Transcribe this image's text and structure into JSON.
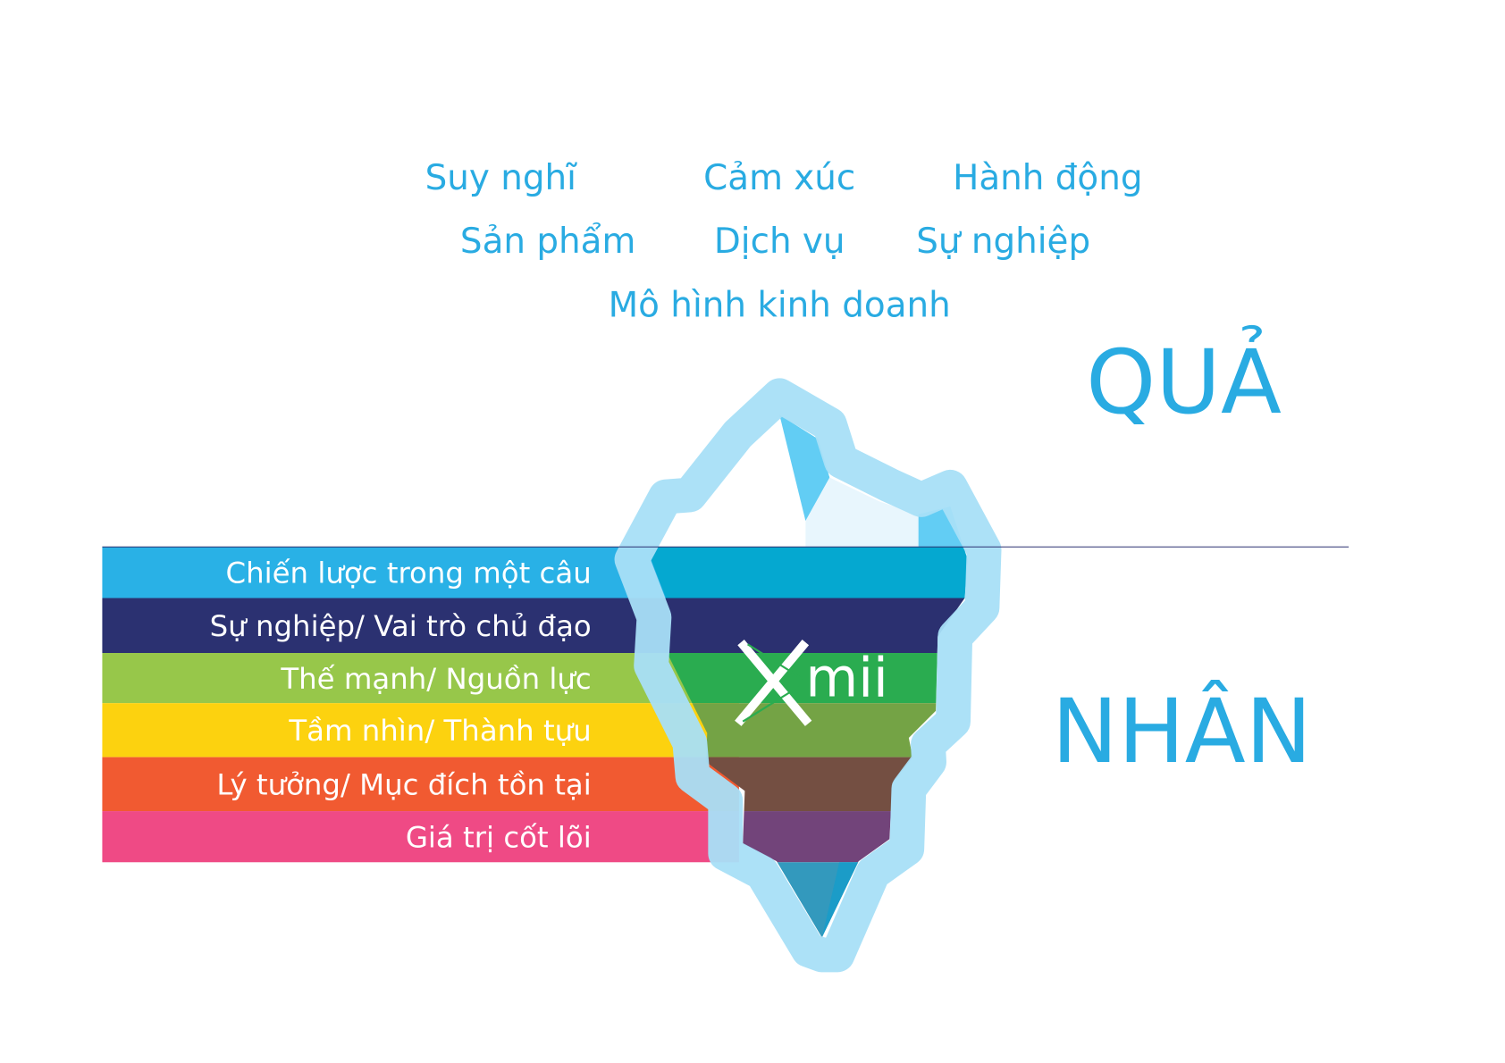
{
  "top_words": {
    "row1": [
      "Suy nghĩ",
      "Cảm xúc",
      "Hành động"
    ],
    "row2": [
      "Sản phẩm",
      "Dịch vụ",
      "Sự nghiệp"
    ],
    "row3": [
      "Mô hình kinh doanh"
    ]
  },
  "qua_label": "QUẢ",
  "nhan_label": "NHÂN",
  "layers": [
    {
      "label": "Chiến lược trong một câu",
      "color": "#29b1e6",
      "inner": "#05a8d0"
    },
    {
      "label": "Sự nghiệp/ Vai trò chủ đạo",
      "color": "#2b3171",
      "inner": "#2b3070"
    },
    {
      "label": "Thế mạnh/ Nguồn lực",
      "color": "#97c74a",
      "inner": "#2aac50"
    },
    {
      "label": "Tầm nhìn/ Thành tựu",
      "color": "#fcd20f",
      "inner": "#74a345"
    },
    {
      "label": "Lý tưởng/ Mục đích tồn tại",
      "color": "#f15a31",
      "inner": "#744f42"
    },
    {
      "label": "Giá trị cốt lõi",
      "color": "#ef4a85",
      "inner": "#72447a"
    }
  ],
  "logo": "Xmii",
  "colors": {
    "text": "#29abe2",
    "iceberg_outline": "#a8dff7",
    "ice_facet": "#62cdf4"
  }
}
